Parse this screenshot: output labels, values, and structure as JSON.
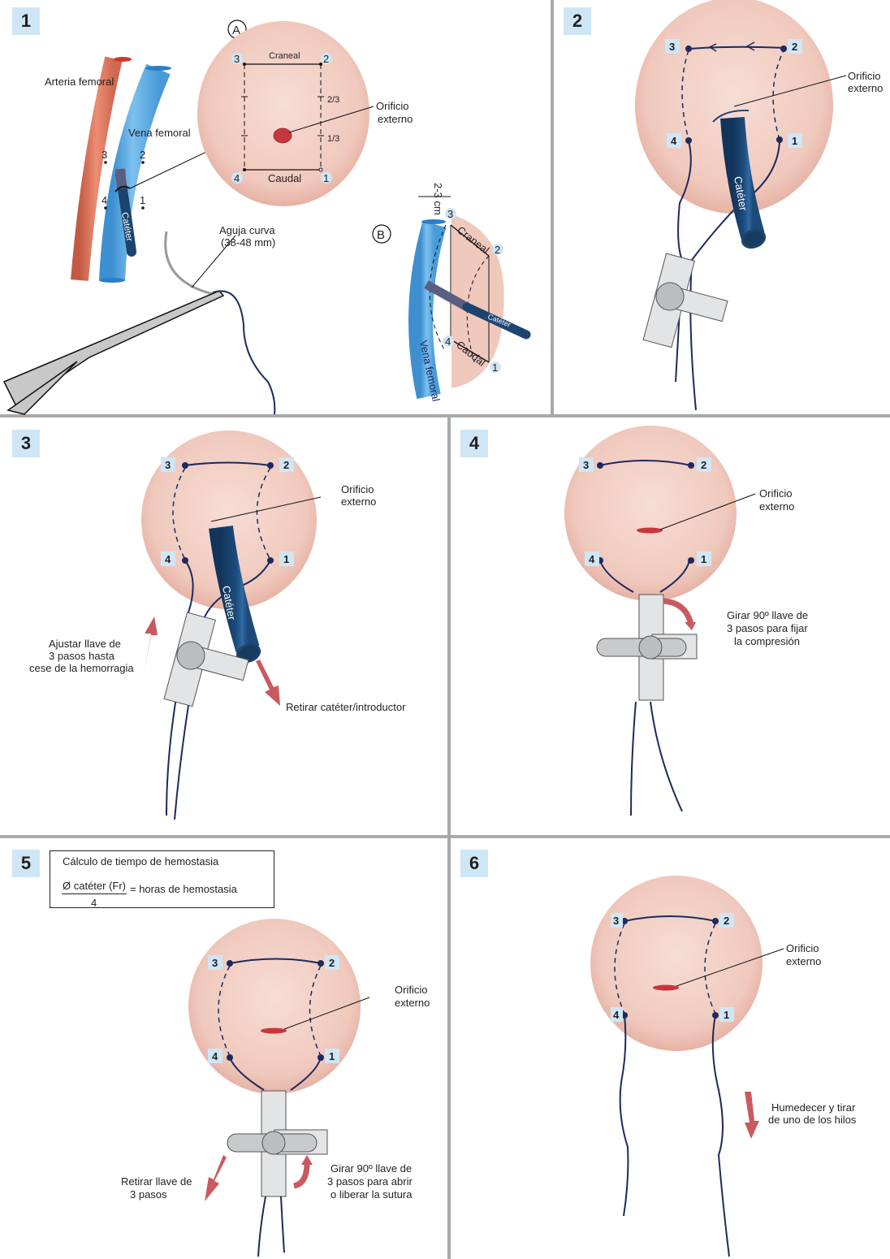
{
  "colors": {
    "badge_bg": "#cfe6f6",
    "divider": "#a7a9ab",
    "skin": "#f2cdc2",
    "skin_edge": "#e8b3a6",
    "suture": "#1d2a5e",
    "catheter": "#1c4470",
    "vein": "#5aa7e0",
    "artery": "#d97259",
    "orifice": "#c8363c",
    "arrow_red": "#c95a5f",
    "stopcock": "#e3e4e5"
  },
  "panels": [
    {
      "step": "1",
      "labels": {
        "artery": "Arteria femoral",
        "vein": "Vena femoral",
        "catheter": "Catéter",
        "needle": "Aguja curva",
        "needle_size": "(38-48 mm)",
        "inset_a": "A",
        "inset_b": "B",
        "cranial": "Craneal",
        "caudal": "Caudal",
        "orifice_1": "Orificio",
        "orifice_2": "externo",
        "two_thirds": "2/3",
        "one_third": "1/3",
        "distance": "2-3 cm",
        "vein_b": "Vena femoral",
        "catheter_b": "Catéter"
      },
      "points": [
        "1",
        "2",
        "3",
        "4"
      ]
    },
    {
      "step": "2",
      "labels": {
        "orifice_1": "Orificio",
        "orifice_2": "externo",
        "catheter": "Catéter"
      },
      "points": [
        "1",
        "2",
        "3",
        "4"
      ]
    },
    {
      "step": "3",
      "labels": {
        "orifice_1": "Orificio",
        "orifice_2": "externo",
        "catheter": "Catéter",
        "adjust_1": "Ajustar llave de",
        "adjust_2": "3 pasos hasta",
        "adjust_3": "cese de la hemorragia",
        "remove": "Retirar catéter/introductor"
      },
      "points": [
        "1",
        "2",
        "3",
        "4"
      ]
    },
    {
      "step": "4",
      "labels": {
        "orifice_1": "Orificio",
        "orifice_2": "externo",
        "rotate_1": "Girar 90º llave de",
        "rotate_2": "3 pasos para fijar",
        "rotate_3": "la compresión"
      },
      "points": [
        "1",
        "2",
        "3",
        "4"
      ]
    },
    {
      "step": "5",
      "formula": {
        "title": "Cálculo de tiempo de hemostasia",
        "numerator": "Ø catéter (Fr)",
        "denominator": "4",
        "result": "= horas de hemostasia"
      },
      "labels": {
        "orifice_1": "Orificio",
        "orifice_2": "externo",
        "remove_1": "Retirar llave de",
        "remove_2": "3 pasos",
        "rotate_1": "Girar 90º llave de",
        "rotate_2": "3 pasos para abrir",
        "rotate_3": "o liberar la sutura"
      },
      "points": [
        "1",
        "2",
        "3",
        "4"
      ]
    },
    {
      "step": "6",
      "labels": {
        "orifice_1": "Orificio",
        "orifice_2": "externo",
        "pull_1": "Humedecer y tirar",
        "pull_2": "de uno de los hilos"
      },
      "points": [
        "1",
        "2",
        "3",
        "4"
      ]
    }
  ]
}
